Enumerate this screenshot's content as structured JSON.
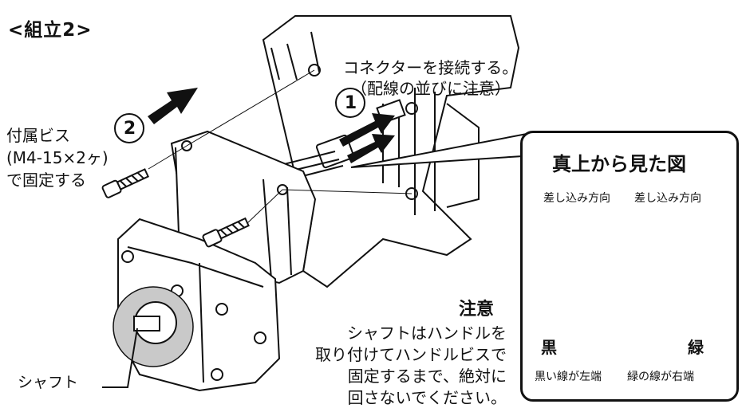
{
  "title": "<組立2>",
  "connector_note": {
    "line1": "コネクターを接続する。",
    "line2": "（配線の並びに注意）"
  },
  "step_markers": {
    "step1": "①",
    "step2": "②"
  },
  "fixing_note": {
    "line1": "付属ビス",
    "line2": "(M4-15×2ヶ)",
    "line3": "で固定する"
  },
  "shaft_label": "シャフト",
  "caution": {
    "heading": "注意",
    "lines": [
      "シャフトはハンドルを",
      "取り付けてハンドルビスで",
      "固定するまで、絶対に",
      "回さないでください。"
    ]
  },
  "top_view": {
    "title": "真上から見た図",
    "left_direction": "差し込み方向",
    "right_direction": "差し込み方向",
    "left_wire_label": "黒",
    "right_wire_label": "緑",
    "left_wire_desc": "黒い線が左端",
    "right_wire_desc": "緑の線が右端"
  }
}
